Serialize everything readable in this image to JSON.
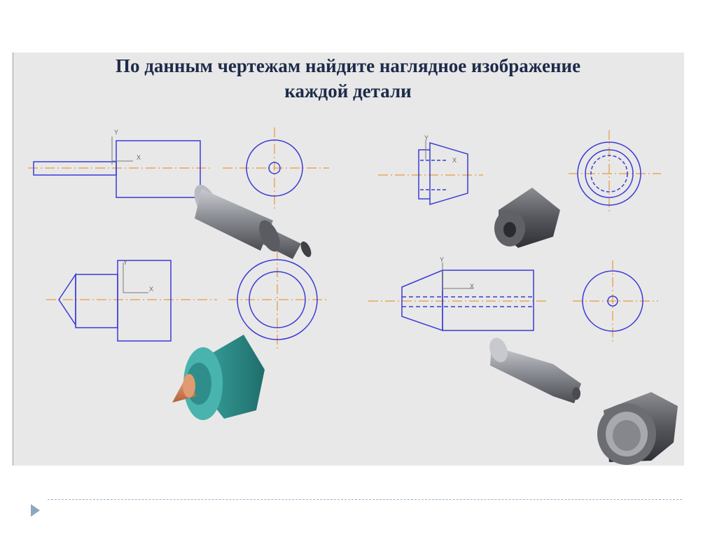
{
  "slide": {
    "title_line1": "По данным чертежам найдите наглядное изображение",
    "title_line2": "каждой детали"
  },
  "axis_labels": {
    "x": "X",
    "y": "Y"
  },
  "colors": {
    "panel": "#e8e8e8",
    "title": "#1e2b4a",
    "drawing_line": "#3b3bd6",
    "center_line": "#e69a3c",
    "part_gray": "#8d8f96",
    "part_dark": "#4a4c52",
    "part_teal": "#2a8a86",
    "part_copper": "#d27c4e",
    "footer_rule": "#9ab3c9",
    "nav_arrow": "#8da7be"
  },
  "nav": {
    "icon": "triangle-right-icon"
  }
}
